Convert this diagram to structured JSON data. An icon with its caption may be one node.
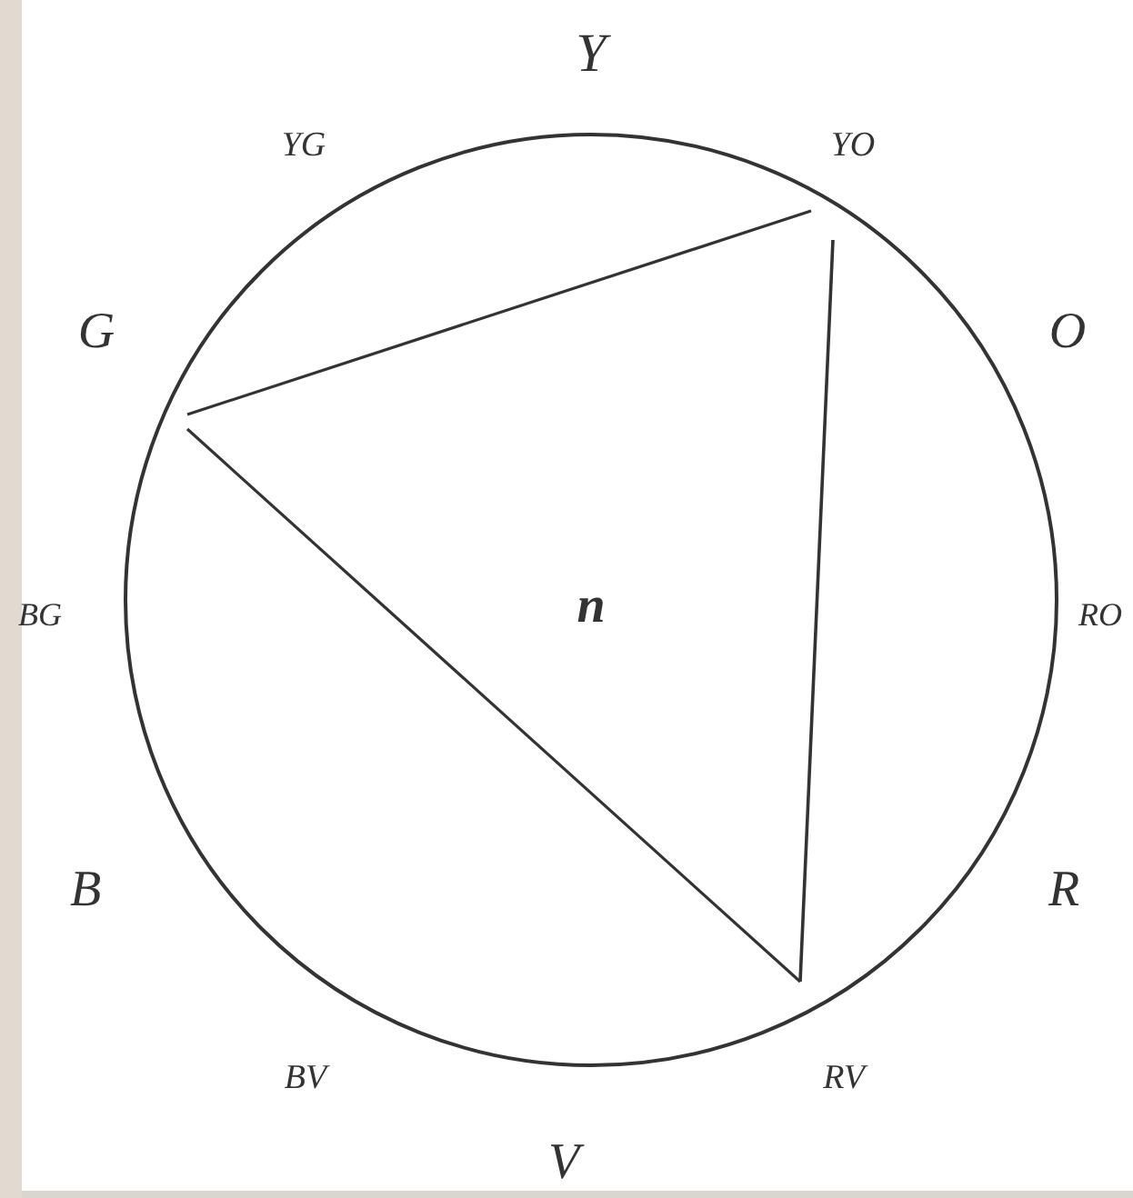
{
  "diagram": {
    "nodes": [
      {
        "text": [
          "n"
        ]
      }
    ],
    "labels": [
      "Y",
      "YG",
      "YO",
      "G",
      "O",
      "BG",
      "RO",
      "B",
      "R",
      "BV",
      "RV",
      "V"
    ]
  }
}
